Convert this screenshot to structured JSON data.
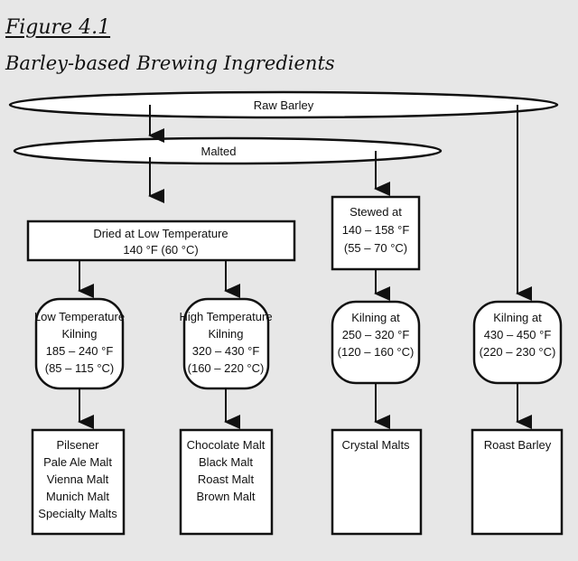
{
  "figure": {
    "number": "Figure 4.1",
    "title": "Barley-based Brewing Ingredients"
  },
  "nodes": {
    "raw_barley": "Raw Barley",
    "malted": "Malted",
    "dried": [
      "Dried at Low Temperature",
      "140 °F (60 °C)"
    ],
    "stewed": [
      "Stewed at",
      "140 – 158 °F",
      "(55 – 70 °C)"
    ],
    "low_kilning": [
      "Low Temperature",
      "Kilning",
      "185 – 240 °F",
      "(85 – 115 °C)"
    ],
    "high_kilning": [
      "High Temperature",
      "Kilning",
      "320 – 430 °F",
      "(160 – 220 °C)"
    ],
    "kilning_250": [
      "Kilning at",
      "250 – 320 °F",
      "(120 – 160 °C)"
    ],
    "kilning_430": [
      "Kilning at",
      "430 – 450 °F",
      "(220 – 230 °C)"
    ],
    "result_pale": [
      "Pilsener",
      "Pale Ale Malt",
      "Vienna Malt",
      "Munich Malt",
      "Specialty Malts"
    ],
    "result_dark": [
      "Chocolate Malt",
      "Black Malt",
      "Roast Malt",
      "Brown Malt"
    ],
    "result_crystal": [
      "Crystal Malts"
    ],
    "result_roast": [
      "Roast Barley"
    ]
  }
}
